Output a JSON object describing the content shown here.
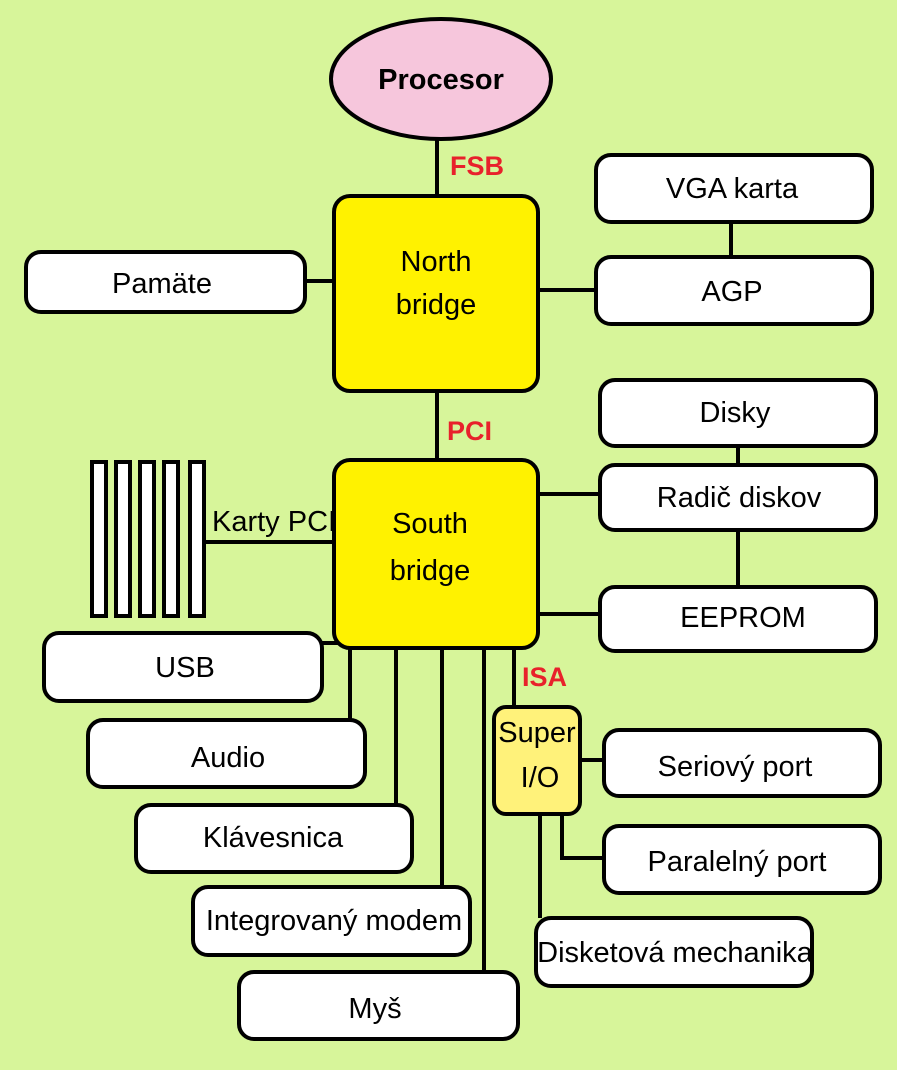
{
  "colors": {
    "background": "#d7f59a",
    "bridge_fill": "#fff200",
    "superio_fill": "#fff27a",
    "processor_fill": "#f6c6dc",
    "box_fill": "#ffffff",
    "bus_label": "#e8212b",
    "stroke": "#000000"
  },
  "processor": {
    "label": "Procesor"
  },
  "buses": {
    "fsb": "FSB",
    "pci": "PCI",
    "isa": "ISA"
  },
  "north_bridge": {
    "line1": "North",
    "line2": "bridge"
  },
  "south_bridge": {
    "line1": "South",
    "line2": "bridge"
  },
  "super_io": {
    "line1": "Super",
    "line2": "I/O"
  },
  "pci_cards": {
    "label": "Karty PCI"
  },
  "boxes": {
    "pamate": "Pamäte",
    "vga": "VGA karta",
    "agp": "AGP",
    "disky": "Disky",
    "radic": "Radič diskov",
    "eeprom": "EEPROM",
    "usb": "USB",
    "audio": "Audio",
    "klavesnica": "Klávesnica",
    "modem": "Integrovaný modem",
    "mys": "Myš",
    "serial": "Seriový port",
    "parallel": "Paralelný port",
    "floppy": "Disketová mechanika"
  }
}
